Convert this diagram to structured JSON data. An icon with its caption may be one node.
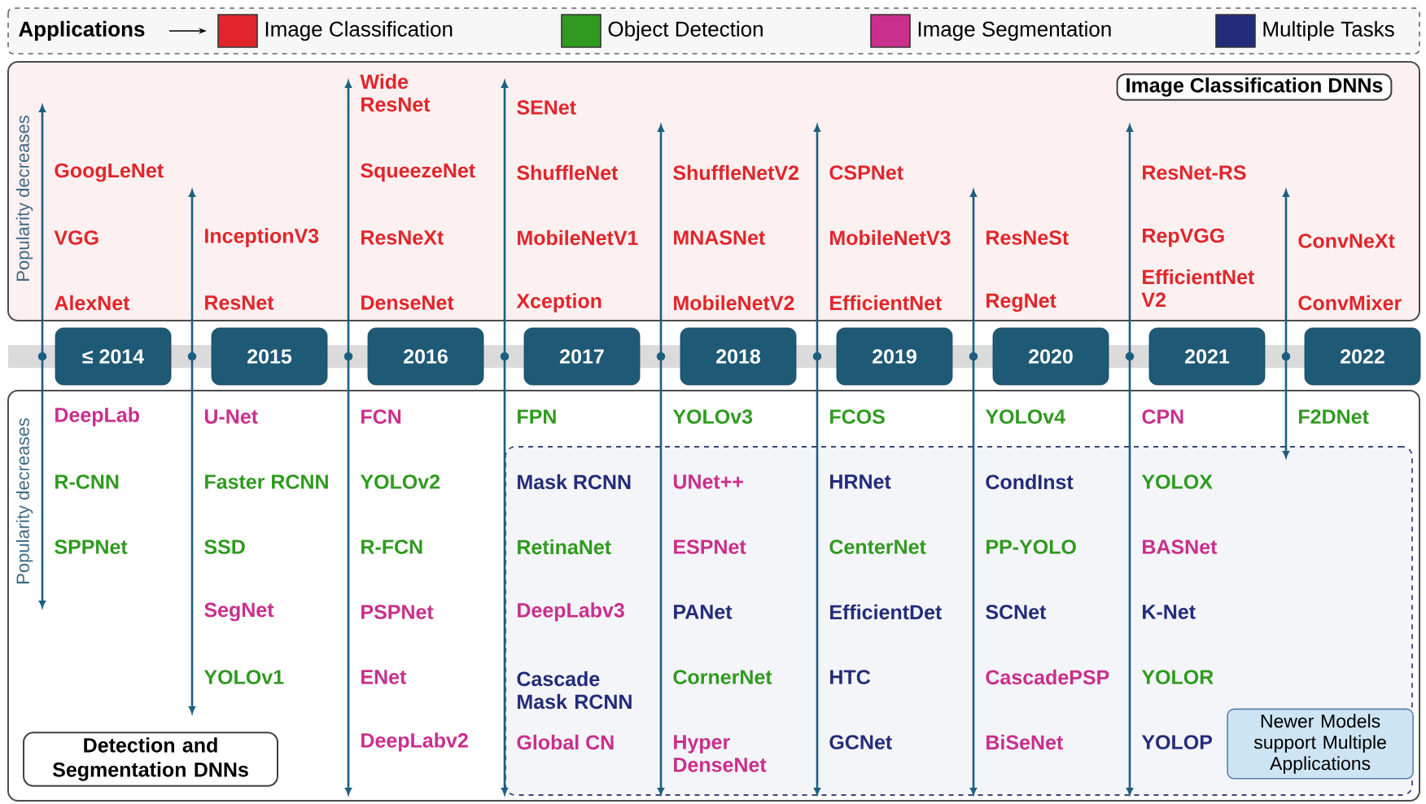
{
  "diagram": {
    "nodes": [
      {
        "text": [],
        "shape": "box"
      },
      {
        "text": [
          "Image Classification DNNs"
        ],
        "in": 0
      },
      {
        "text": [
          "≤ 2014"
        ]
      },
      {
        "text": [
          "2015"
        ]
      },
      {
        "text": [
          "2016"
        ]
      },
      {
        "text": [
          "2017"
        ]
      },
      {
        "text": [
          "2018"
        ]
      },
      {
        "text": [
          "2019"
        ]
      },
      {
        "text": [
          "2020"
        ]
      },
      {
        "text": [
          "2021"
        ]
      },
      {
        "text": [
          "2022"
        ]
      },
      {
        "text": [],
        "shape": "box"
      },
      {
        "text": [
          "Detection and Segmentation DNNs"
        ],
        "in": 11
      },
      {
        "text": [],
        "shape": "box",
        "in": 11
      },
      {
        "text": [
          "Newer Models support Multiple Applications"
        ],
        "in": 13
      }
    ],
    "labels": [
      "Applications",
      "Popularity decreases",
      "GoogLeNet",
      "VGG",
      "AlexNet",
      "InceptionV3",
      "ResNet",
      "Wide ResNet",
      "SqueezeNet",
      "ResNeXt",
      "DenseNet",
      "SENet",
      "ShuffleNet",
      "MobileNetV1",
      "Xception",
      "ShuffleNetV2",
      "MNASNet",
      "MobileNetV2",
      "CSPNet",
      "MobileNetV3",
      "EfficientNet",
      "ResNeSt",
      "RegNet",
      "ResNet-RS",
      "RepVGG",
      "EfficientNet V2",
      "ConvNeXt",
      "ConvMixer",
      "Popularity decreases",
      "DeepLab",
      "R-CNN",
      "SPPNet",
      "U-Net",
      "Faster RCNN",
      "SSD",
      "SegNet",
      "YOLOv1",
      "FCN",
      "YOLOv2",
      "R-FCN",
      "PSPNet",
      "ENet",
      "DeepLabv2",
      "FPN",
      "Mask RCNN",
      "RetinaNet",
      "DeepLabv3",
      "Cascade Mask RCNN",
      "Global CN",
      "YOLOv3",
      "UNet++",
      "ESPNet",
      "PANet",
      "CornerNet",
      "Hyper DenseNet",
      "FCOS",
      "HRNet",
      "CenterNet",
      "EfficientDet",
      "HTC",
      "GCNet",
      "YOLOv4",
      "CondInst",
      "PP-YOLO",
      "SCNet",
      "CascadePSP",
      "BiSeNet",
      "CPN",
      "YOLOX",
      "BASNet",
      "K-Net",
      "YOLOR",
      "YOLOP",
      "F2DNet"
    ],
    "legend": [
      {
        "text": "Image Classification",
        "color": "#e0262b"
      },
      {
        "text": "Object Detection",
        "color": "#2f9a1f"
      },
      {
        "text": "Image Segmentation",
        "color": "#c92f8c"
      },
      {
        "text": "Multiple Tasks",
        "color": "#232c7a"
      }
    ]
  }
}
